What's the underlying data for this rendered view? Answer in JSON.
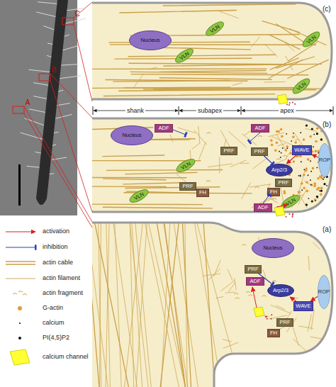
{
  "diagram": {
    "nodes": [
      {
        "text": [
          "(c)"
        ]
      },
      {
        "text": [
          "Nucleus"
        ],
        "in": 0
      },
      {
        "text": [
          "VLN"
        ],
        "in": 0
      },
      {
        "text": [
          "VLN"
        ],
        "in": 0
      },
      {
        "text": [
          "VLN"
        ],
        "in": 0
      },
      {
        "text": [
          "VLN"
        ],
        "in": 0
      },
      {
        "text": [
          "(b)"
        ]
      },
      {
        "text": [
          "ADF"
        ],
        "in": 6
      },
      {
        "text": [
          "Nucleus"
        ],
        "in": 6
      },
      {
        "text": [
          "ADF"
        ],
        "in": 6
      },
      {
        "text": [
          "PRF"
        ],
        "in": 6
      },
      {
        "text": [
          "PRF"
        ],
        "in": 6
      },
      {
        "text": [
          "Arp2/3"
        ],
        "in": 6
      },
      {
        "text": [
          "WAVE"
        ],
        "in": 6
      },
      {
        "text": [
          "ROP"
        ],
        "in": 6
      },
      {
        "text": [
          "PRF"
        ],
        "in": 6
      },
      {
        "text": [
          "FH"
        ],
        "in": 6
      },
      {
        "text": [
          "VLN"
        ],
        "in": 6
      },
      {
        "text": [
          "PRF"
        ],
        "in": 6
      },
      {
        "text": [
          "FH"
        ],
        "in": 6
      },
      {
        "text": [
          "VLN"
        ],
        "in": 6
      },
      {
        "text": [
          "VLN"
        ],
        "in": 6
      },
      {
        "text": [
          "ADF"
        ],
        "in": 6
      },
      {
        "text": [
          "(a)"
        ]
      },
      {
        "text": [
          "Nucleus"
        ],
        "in": 23
      },
      {
        "text": [
          "PRF"
        ],
        "in": 23
      },
      {
        "text": [
          "ADF"
        ],
        "in": 23
      },
      {
        "text": [
          "Arp2/3"
        ],
        "in": 23
      },
      {
        "text": [
          "WAVE"
        ],
        "in": 23
      },
      {
        "text": [
          "ROP"
        ],
        "in": 23
      },
      {
        "text": [
          "PRF"
        ],
        "in": 23
      },
      {
        "text": [
          "FH"
        ],
        "in": 23
      }
    ],
    "edges": [
      {
        "from": 14,
        "to": 13,
        "arrow": "to"
      },
      {
        "from": 13,
        "to": 12,
        "arrow": "to"
      },
      {
        "from": 11,
        "to": 12,
        "arrow": "none"
      },
      {
        "from": 29,
        "to": 28,
        "arrow": "to"
      },
      {
        "from": 28,
        "to": 27,
        "arrow": "to"
      },
      {
        "from": 25,
        "to": 27,
        "arrow": "none"
      }
    ],
    "labels": [
      "C",
      "B",
      "A",
      "shank",
      "subapex",
      "apex"
    ],
    "legend": [
      {
        "text": "activation"
      },
      {
        "text": "inhibition"
      },
      {
        "text": "actin cable"
      },
      {
        "text": "actin filament"
      },
      {
        "text": "actin fragment"
      },
      {
        "text": "G-actin"
      },
      {
        "text": "calcium"
      },
      {
        "text": "PI(4,5)P2"
      },
      {
        "text": "calcium channel",
        "color": "#ffff33"
      }
    ]
  }
}
